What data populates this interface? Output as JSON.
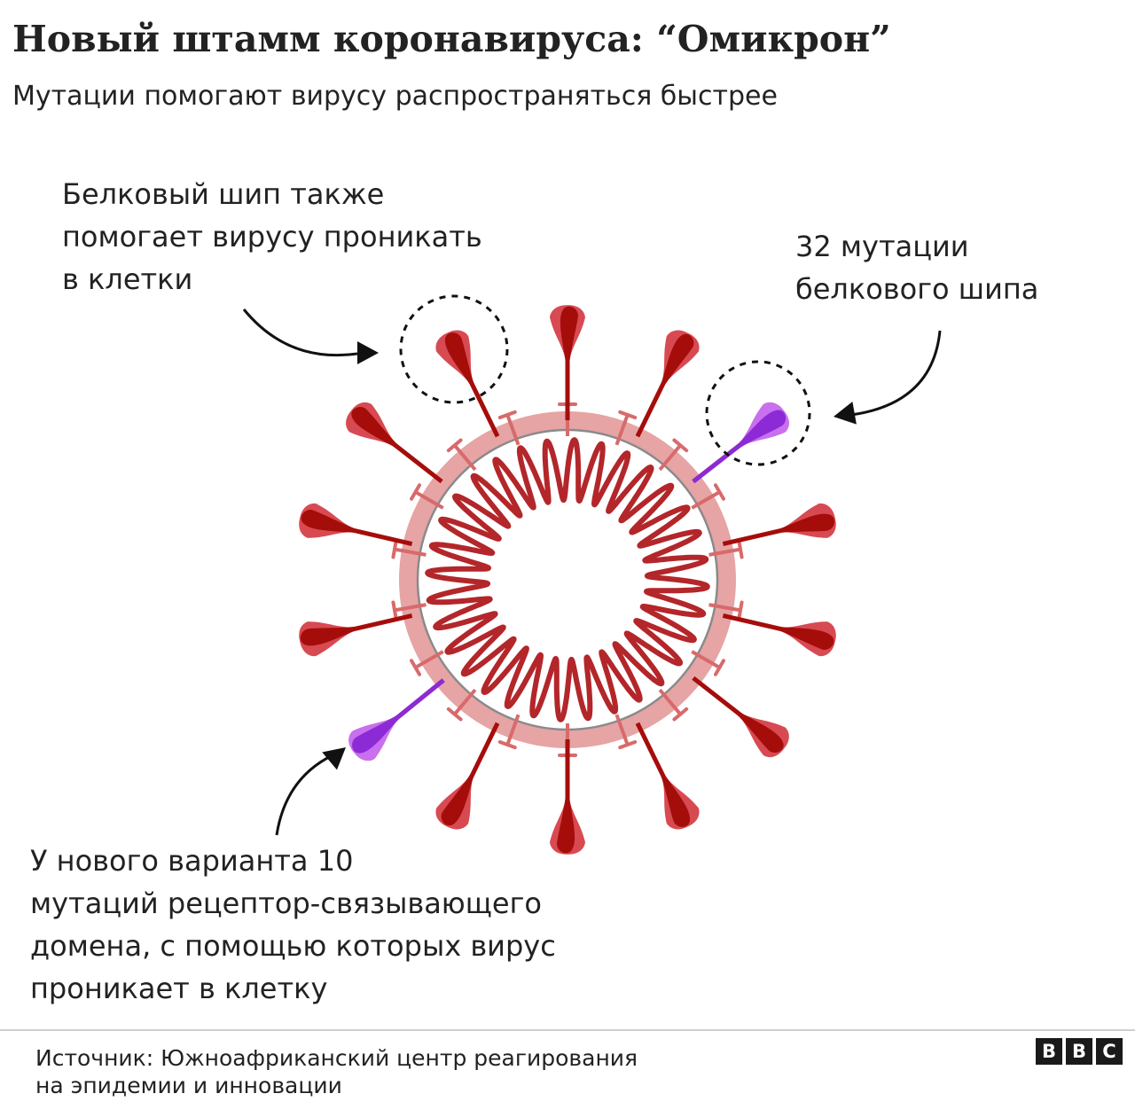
{
  "header": {
    "title": "Новый штамм коронавируса: “Омикрон”",
    "subtitle": "Мутации помогают вирусу распространяться быстрее"
  },
  "annotations": {
    "spike": [
      "Белковый шип также",
      "помогает вирусу проникать",
      "в клетки"
    ],
    "mutations": [
      "32 мутации",
      "белкового шипа"
    ],
    "rbd": [
      "У нового варианта 10",
      "мутаций рецептор-связывающего",
      "домена, с помощью которых вирус",
      "проникает в клетку"
    ]
  },
  "footer": {
    "source": [
      "Источник: Южноафриканский центр реагирования",
      "на эпидемии и инновации"
    ],
    "logo": [
      "B",
      "B",
      "C"
    ]
  },
  "colors": {
    "spike_dark": "#a50d0b",
    "spike_light": "#d84a52",
    "spike_mutated_dark": "#8c2ad6",
    "spike_mutated_light": "#c870ef",
    "membrane": "#e6a4a5",
    "membrane_line": "#8a8a8a",
    "rna": "#b3262a",
    "small_protein": "#d86a6b",
    "annotation": "#111111"
  },
  "icons": {
    "virus": "coronavirus-illustration",
    "arrows": "curved-arrow"
  }
}
